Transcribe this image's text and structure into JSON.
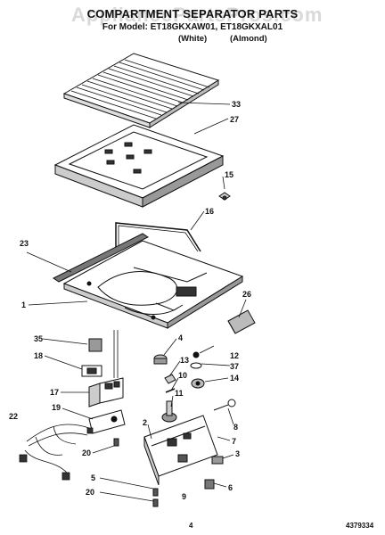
{
  "header": {
    "watermark": "AppliancePartsPros.com",
    "title": "COMPARTMENT SEPARATOR PARTS",
    "subtitle": "For Model: ET18GKXAW01, ET18GKXAL01",
    "variant_white": "(White)",
    "variant_almond": "(Almond)"
  },
  "callouts": [
    "33",
    "27",
    "15",
    "16",
    "23",
    "1",
    "26",
    "35",
    "18",
    "4",
    "12",
    "13",
    "37",
    "10",
    "14",
    "17",
    "11",
    "19",
    "22",
    "2",
    "8",
    "7",
    "20",
    "3",
    "5",
    "20",
    "9",
    "6"
  ],
  "footer": {
    "page_number": "4",
    "doc_number": "4379334"
  }
}
